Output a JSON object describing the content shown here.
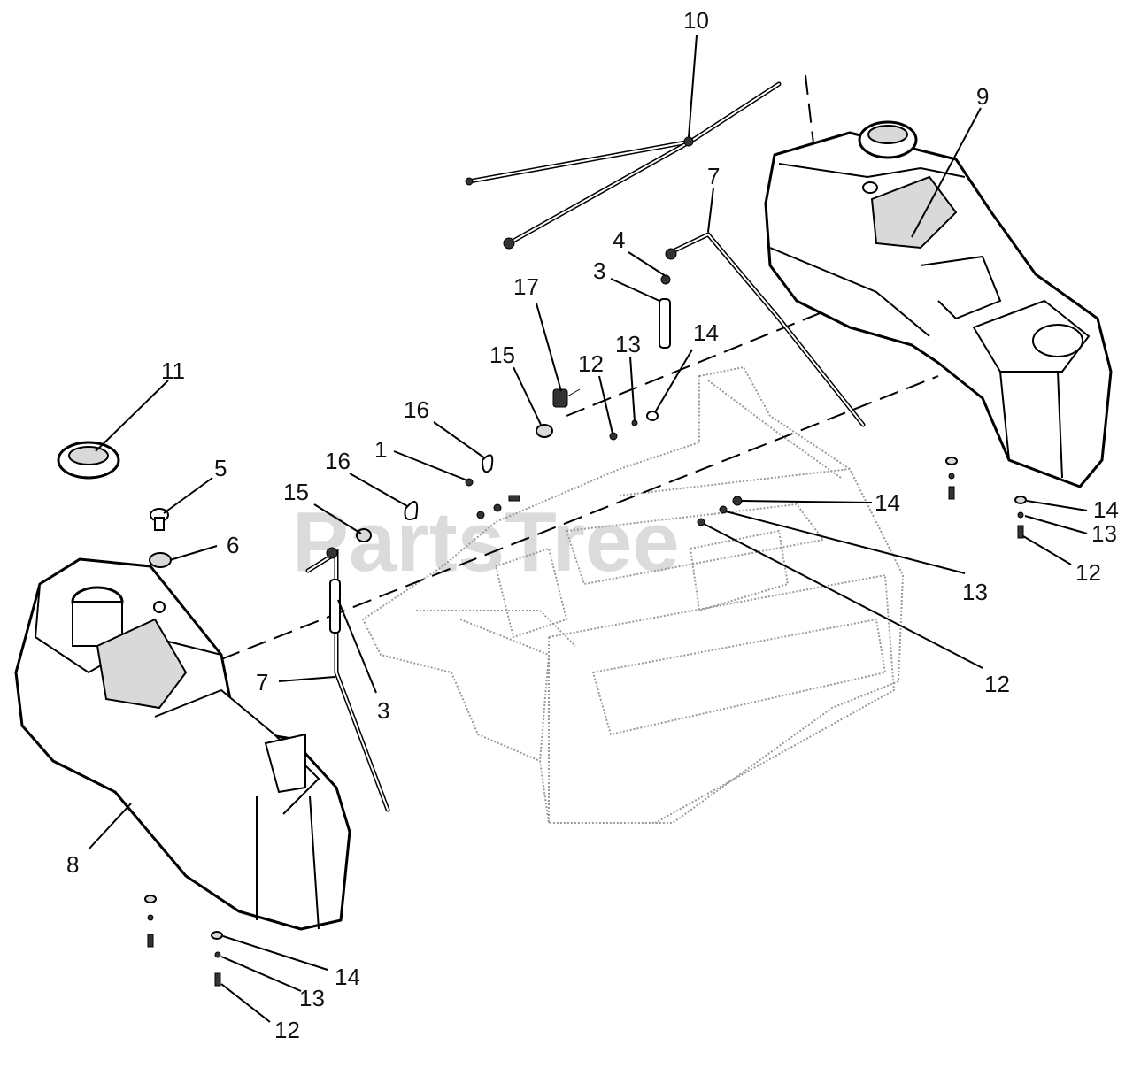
{
  "watermark": "PartsTree",
  "callouts": {
    "c10": "10",
    "c9": "9",
    "c7_top": "7",
    "c4": "4",
    "c3_top": "3",
    "c17": "17",
    "c15_mid": "15",
    "c14_mid": "14",
    "c12_mid": "12",
    "c13_mid": "13",
    "c16_upper": "16",
    "c16_lower": "16",
    "c1": "1",
    "c15_left": "15",
    "c11": "11",
    "c5": "5",
    "c6": "6",
    "c7_left": "7",
    "c3_left": "3",
    "c8": "8",
    "c14_right_frame": "14",
    "c13_right_frame": "13",
    "c12_right_frame": "12",
    "c14_far_right": "14",
    "c13_far_right": "13",
    "c12_far_right": "12",
    "c14_bottom": "14",
    "c13_bottom": "13",
    "c12_bottom": "12"
  }
}
